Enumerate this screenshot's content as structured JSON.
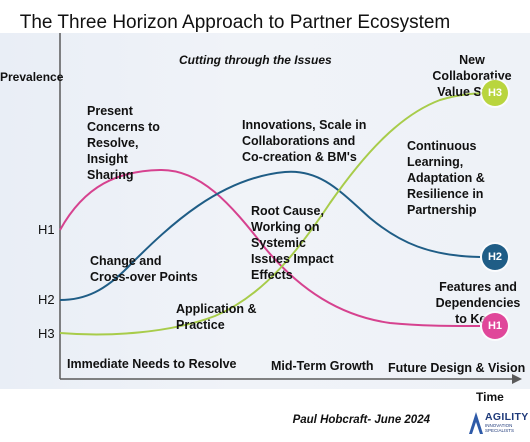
{
  "title": "The Three Horizon Approach to Partner Ecosystem Needs",
  "subtitle": "Cutting through the Issues",
  "axis": {
    "y_label": "Prevalence",
    "x_label": "Time"
  },
  "horizon_levels": {
    "h1": "H1",
    "h2": "H2",
    "h3": "H3"
  },
  "annotations": {
    "present_concerns": "Present Concerns to Resolve, Insight Sharing",
    "innovations": "Innovations, Scale in Collaborations and Co-creation & BM's",
    "new_collab": "New Collaborative Value Stack",
    "continuous": "Continuous Learning, Adaptation & Resilience in Partnership",
    "root_cause": "Root Cause, Working on Systemic Issues Impact Effects",
    "change_points": "Change and Cross-over Points",
    "application": "Application & Practice",
    "features": "Features and Dependencies to Keep"
  },
  "phases": {
    "immediate": "Immediate Needs to Resolve",
    "mid_term": "Mid-Term Growth",
    "future": "Future Design & Vision"
  },
  "badges": {
    "h3": "H3",
    "h2": "H2",
    "h1": "H1"
  },
  "colors": {
    "h1": "#d6428f",
    "h2": "#1f5d86",
    "h3": "#a8cc4a",
    "axis": "#5a5a5a"
  },
  "footer": {
    "credit": "Paul Hobcraft- June 2024"
  },
  "logo": {
    "name": "AGILITY",
    "tagline": "INNOVATION SPECIALISTS"
  }
}
